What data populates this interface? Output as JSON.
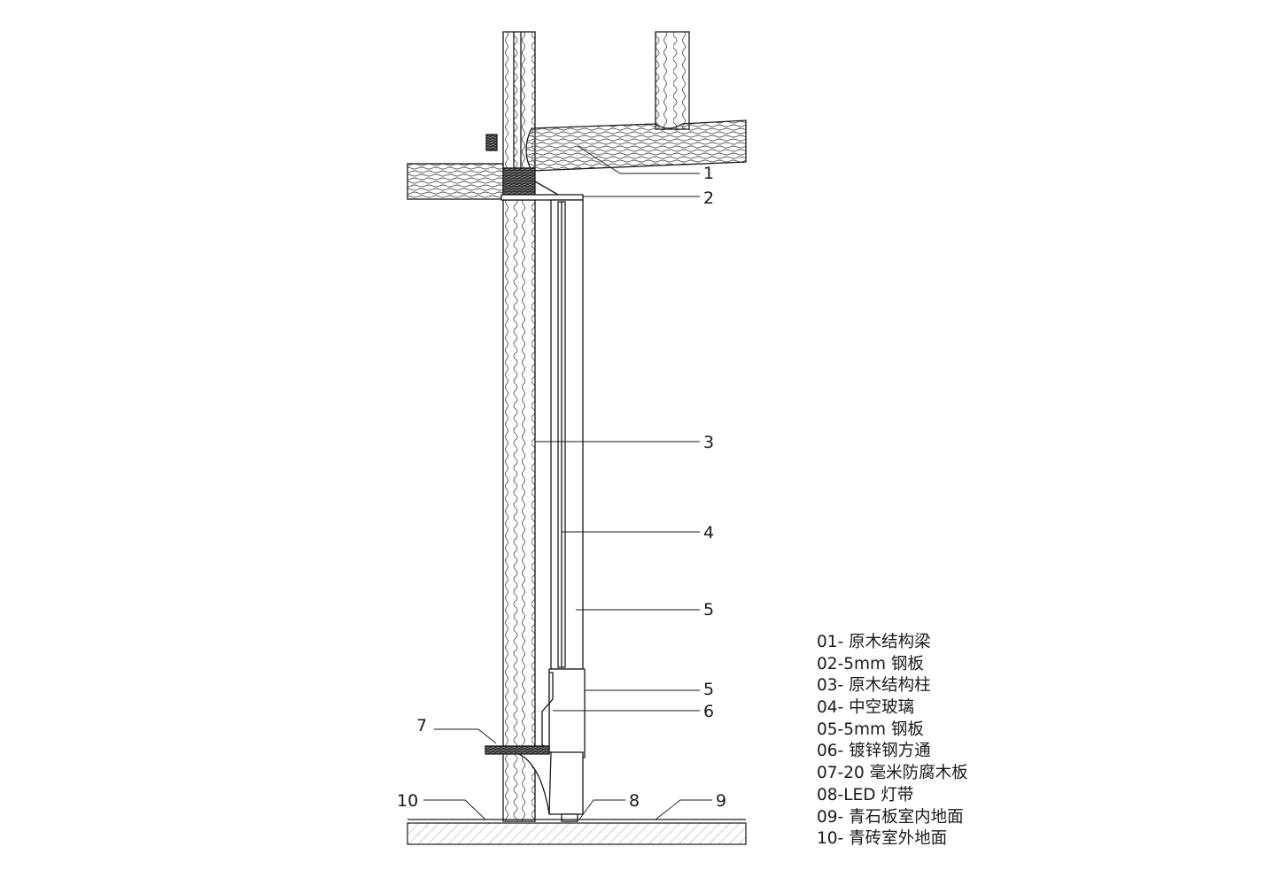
{
  "callouts": [
    {
      "id": "c1",
      "label": "1"
    },
    {
      "id": "c2",
      "label": "2"
    },
    {
      "id": "c3",
      "label": "3"
    },
    {
      "id": "c4",
      "label": "4"
    },
    {
      "id": "c5a",
      "label": "5"
    },
    {
      "id": "c5b",
      "label": "5"
    },
    {
      "id": "c6",
      "label": "6"
    },
    {
      "id": "c7",
      "label": "7"
    },
    {
      "id": "c8",
      "label": "8"
    },
    {
      "id": "c9",
      "label": "9"
    },
    {
      "id": "c10",
      "label": "10"
    }
  ],
  "legend": [
    "01- 原木结构梁",
    "02-5mm 钢板",
    "03- 原木结构柱",
    "04- 中空玻璃",
    "05-5mm 钢板",
    "06- 镀锌钢方通",
    "07-20 毫米防腐木板",
    "08-LED 灯带",
    "09- 青石板室内地面",
    "10- 青砖室外地面"
  ],
  "colors": {
    "line": "#1a1a1a",
    "background": "#ffffff"
  }
}
